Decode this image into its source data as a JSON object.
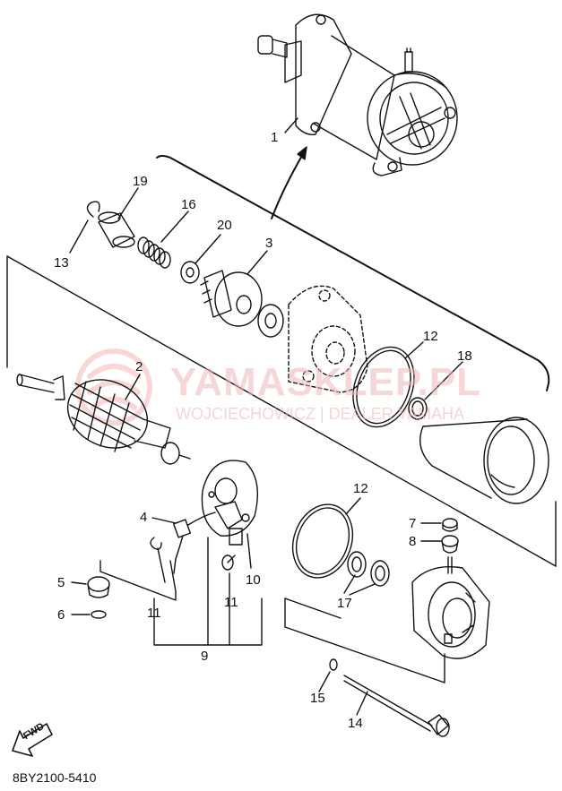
{
  "callouts": {
    "c1": "1",
    "c2": "2",
    "c3": "3",
    "c4": "4",
    "c5": "5",
    "c6": "6",
    "c7": "7",
    "c8": "8",
    "c9": "9",
    "c10": "10",
    "c11a": "11",
    "c11b": "11",
    "c12a": "12",
    "c12b": "12",
    "c13": "13",
    "c14": "14",
    "c15": "15",
    "c16": "16",
    "c17": "17",
    "c18": "18",
    "c19": "19",
    "c20": "20"
  },
  "watermark": {
    "title": "YAMASKLEP.PL",
    "subtitle": "WOJCIECHOWICZ | DEALER YAMAHA",
    "color": "#e58a8a"
  },
  "fwd_label": "FWD",
  "part_code": "8BY2100-5410"
}
